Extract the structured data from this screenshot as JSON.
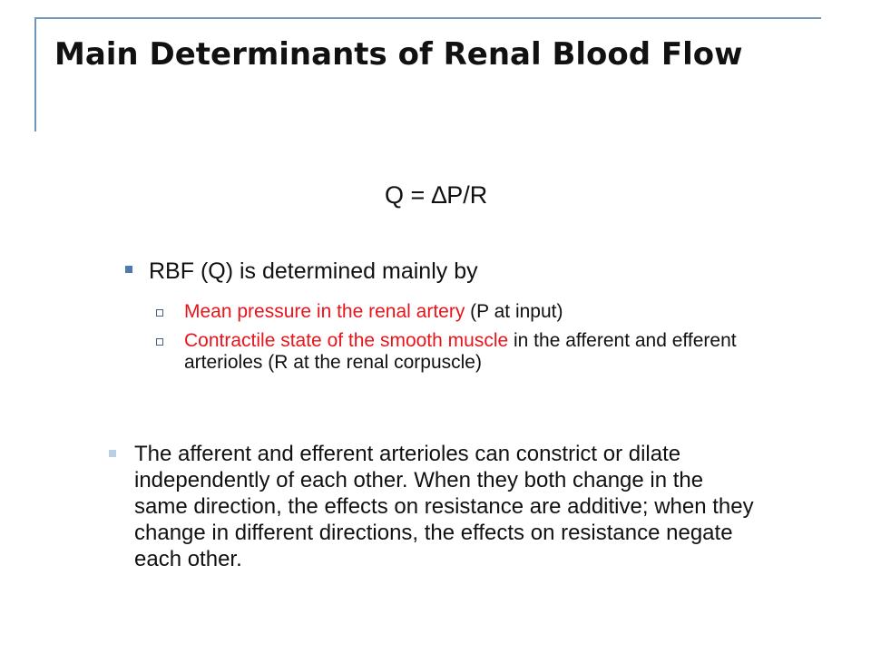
{
  "slide": {
    "title": "Main Determinants of Renal Blood Flow",
    "formula": "Q = ∆P/R",
    "main_bullet": "RBF (Q) is determined mainly by",
    "sub_items": [
      {
        "highlight": "Mean pressure in the renal artery",
        "rest": " (P at input)"
      },
      {
        "highlight": "Contractile state of the smooth muscle",
        "rest": " in the afferent and efferent arterioles (R at the renal corpuscle)"
      }
    ],
    "bottom_bullet": "The afferent and efferent arterioles can constrict or dilate independently of each other.  When they both change in the same direction, the effects on resistance are additive; when they change in different directions, the effects on resistance negate each other."
  },
  "colors": {
    "highlight": "#e8141c",
    "frame": "#6f95b8",
    "bullet": "#4f7ab0"
  }
}
